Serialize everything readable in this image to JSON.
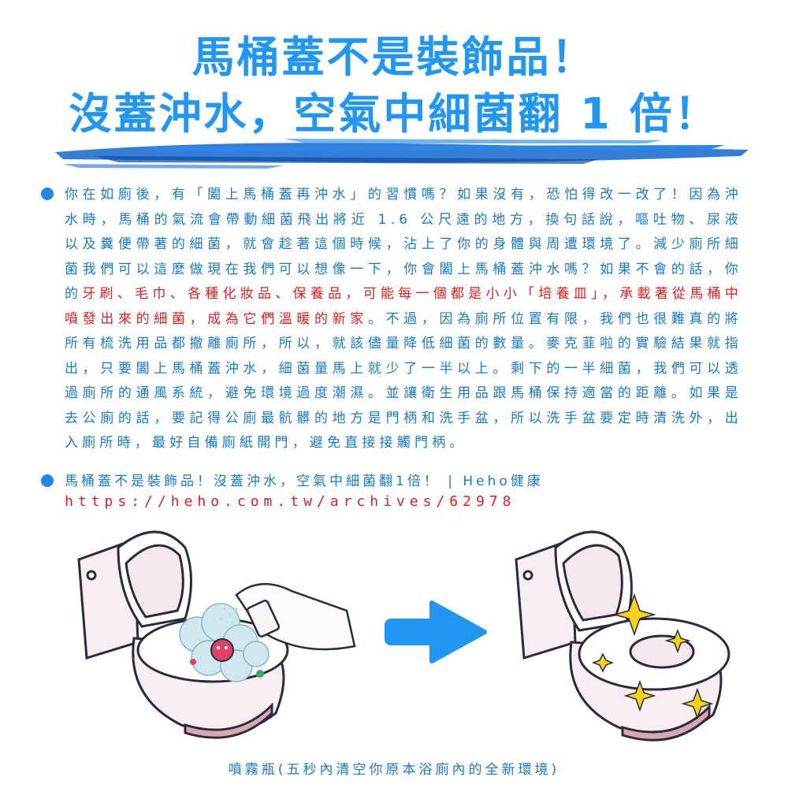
{
  "title": {
    "line1": "馬桶蓋不是裝飾品！",
    "line2": "沒蓋沖水，空氣中細菌翻 1 倍！"
  },
  "body": {
    "text_a": "你在如廁後，有「闔上馬桶蓋再沖水」的習慣嗎？如果沒有，恐怕得改一改了！因為沖水時，馬桶的氣流會帶動細菌飛出將近 1.6 公尺遠的地方，換句話說，嘔吐物、尿液以及糞便帶著的細菌，就會趁著這個時候，沾上了你的身體與周遭環境了。減少廁所細菌我們可以這麼做現在我們可以想像一下，你會闔上馬桶蓋沖水嗎？如果不會的話，你的",
    "text_red": "牙刷、毛巾、各種化妝品、保養品，可能每一個都是小小「培養皿」，承載著從馬桶中噴發出來的細菌，成為它們溫暖的新家",
    "text_b": "。不過，因為廁所位置有限，我們也很難真的將所有梳洗用品都撤離廁所，所以，就該儘量降低細菌的數量。麥克韮啦的實驗結果就指出，只要闔上馬桶蓋沖水，細菌量馬上就少了一半以上。剩下的一半細菌，我們可以透過廁所的通風系統，避免環境過度潮濕。並讓衛生用品跟馬桶保持適當的距離。如果是去公廁的話，要記得公廁最骯髒的地方是門柄和洗手盆，所以洗手盆要定時清洗外，出入廁所時，最好自備廁紙開門，避免直接接觸門柄。"
  },
  "source": {
    "label": "馬桶蓋不是裝飾品！沒蓋沖水，空氣中細菌翻1倍！ | Heho健康",
    "url": "https://heho.com.tw/archives/62978"
  },
  "caption": "噴霧瓶(五秒內清空你原本浴廁內的全新環境)",
  "colors": {
    "accent": "#2196F3",
    "red": "#e02020",
    "text": "#1a79c8"
  }
}
